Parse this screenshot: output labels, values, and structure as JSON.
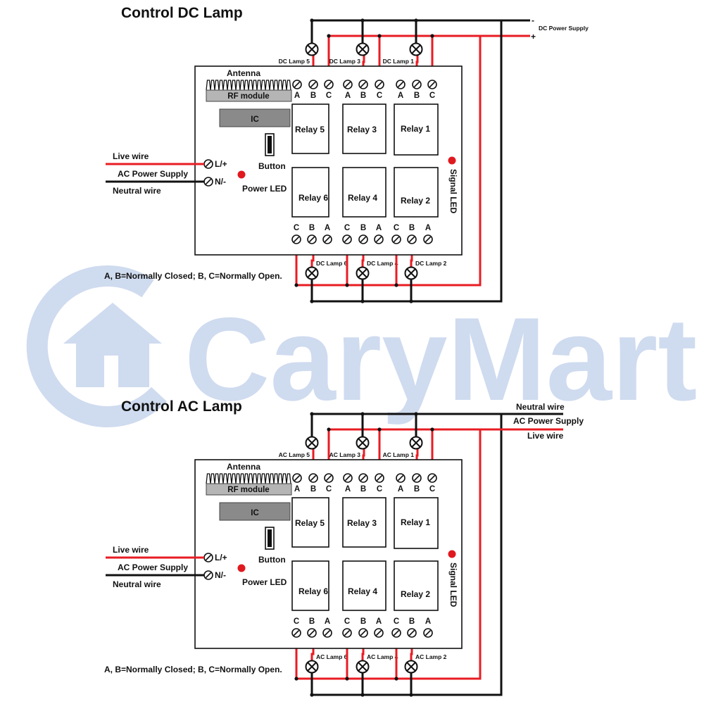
{
  "watermark": {
    "brand": "CaryMart",
    "color": "#cfdbef"
  },
  "colors": {
    "live": "#e81c23",
    "neutral": "#111111",
    "module": "#b5b5b5",
    "ic": "#8a8a8a",
    "led": "#e0191f"
  },
  "icons": {
    "lamp": "lamp-cross-icon",
    "terminal": "screw-terminal-icon",
    "led": "led-dot-icon",
    "antenna": "antenna-coil-icon"
  },
  "panels": [
    {
      "title": "Control DC Lamp",
      "supply_label": "DC Power Supply",
      "supply_minus": "-",
      "supply_plus": "+",
      "supply_neutral": "",
      "supply_live": "",
      "lamps_top": [
        "DC Lamp 5",
        "DC Lamp 3",
        "DC Lamp 1"
      ],
      "lamps_bottom": [
        "DC Lamp 6",
        "DC Lamp 4",
        "DC Lamp 2"
      ],
      "antenna": "Antenna",
      "rf": "RF module",
      "ic": "IC",
      "button": "Button",
      "power_led": "Power LED",
      "signal_led": "Signal LED",
      "relays": [
        "Relay 5",
        "Relay 3",
        "Relay 1",
        "Relay 6",
        "Relay 4",
        "Relay 2"
      ],
      "terms_top": [
        "A",
        "B",
        "C",
        "A",
        "B",
        "C",
        "A",
        "B",
        "C"
      ],
      "terms_bottom": [
        "C",
        "B",
        "A",
        "C",
        "B",
        "A",
        "C",
        "B",
        "A"
      ],
      "live_wire": "Live wire",
      "ac_supply": "AC Power Supply",
      "neutral_wire": "Neutral wire",
      "lplus": "L/+",
      "nminus": "N/-",
      "note": "A, B=Normally Closed; B, C=Normally Open."
    },
    {
      "title": "Control AC Lamp",
      "supply_label": "AC Power Supply",
      "supply_minus": "",
      "supply_plus": "",
      "supply_neutral": "Neutral wire",
      "supply_live": "Live wire",
      "lamps_top": [
        "AC Lamp 5",
        "AC Lamp 3",
        "AC Lamp 1"
      ],
      "lamps_bottom": [
        "AC Lamp 6",
        "AC Lamp 4",
        "AC Lamp 2"
      ],
      "antenna": "Antenna",
      "rf": "RF module",
      "ic": "IC",
      "button": "Button",
      "power_led": "Power LED",
      "signal_led": "Signal LED",
      "relays": [
        "Relay 5",
        "Relay 3",
        "Relay 1",
        "Relay 6",
        "Relay 4",
        "Relay 2"
      ],
      "terms_top": [
        "A",
        "B",
        "C",
        "A",
        "B",
        "C",
        "A",
        "B",
        "C"
      ],
      "terms_bottom": [
        "C",
        "B",
        "A",
        "C",
        "B",
        "A",
        "C",
        "B",
        "A"
      ],
      "live_wire": "Live wire",
      "ac_supply": "AC Power Supply",
      "neutral_wire": "Neutral wire",
      "lplus": "L/+",
      "nminus": "N/-",
      "note": "A, B=Normally Closed; B, C=Normally Open."
    }
  ]
}
